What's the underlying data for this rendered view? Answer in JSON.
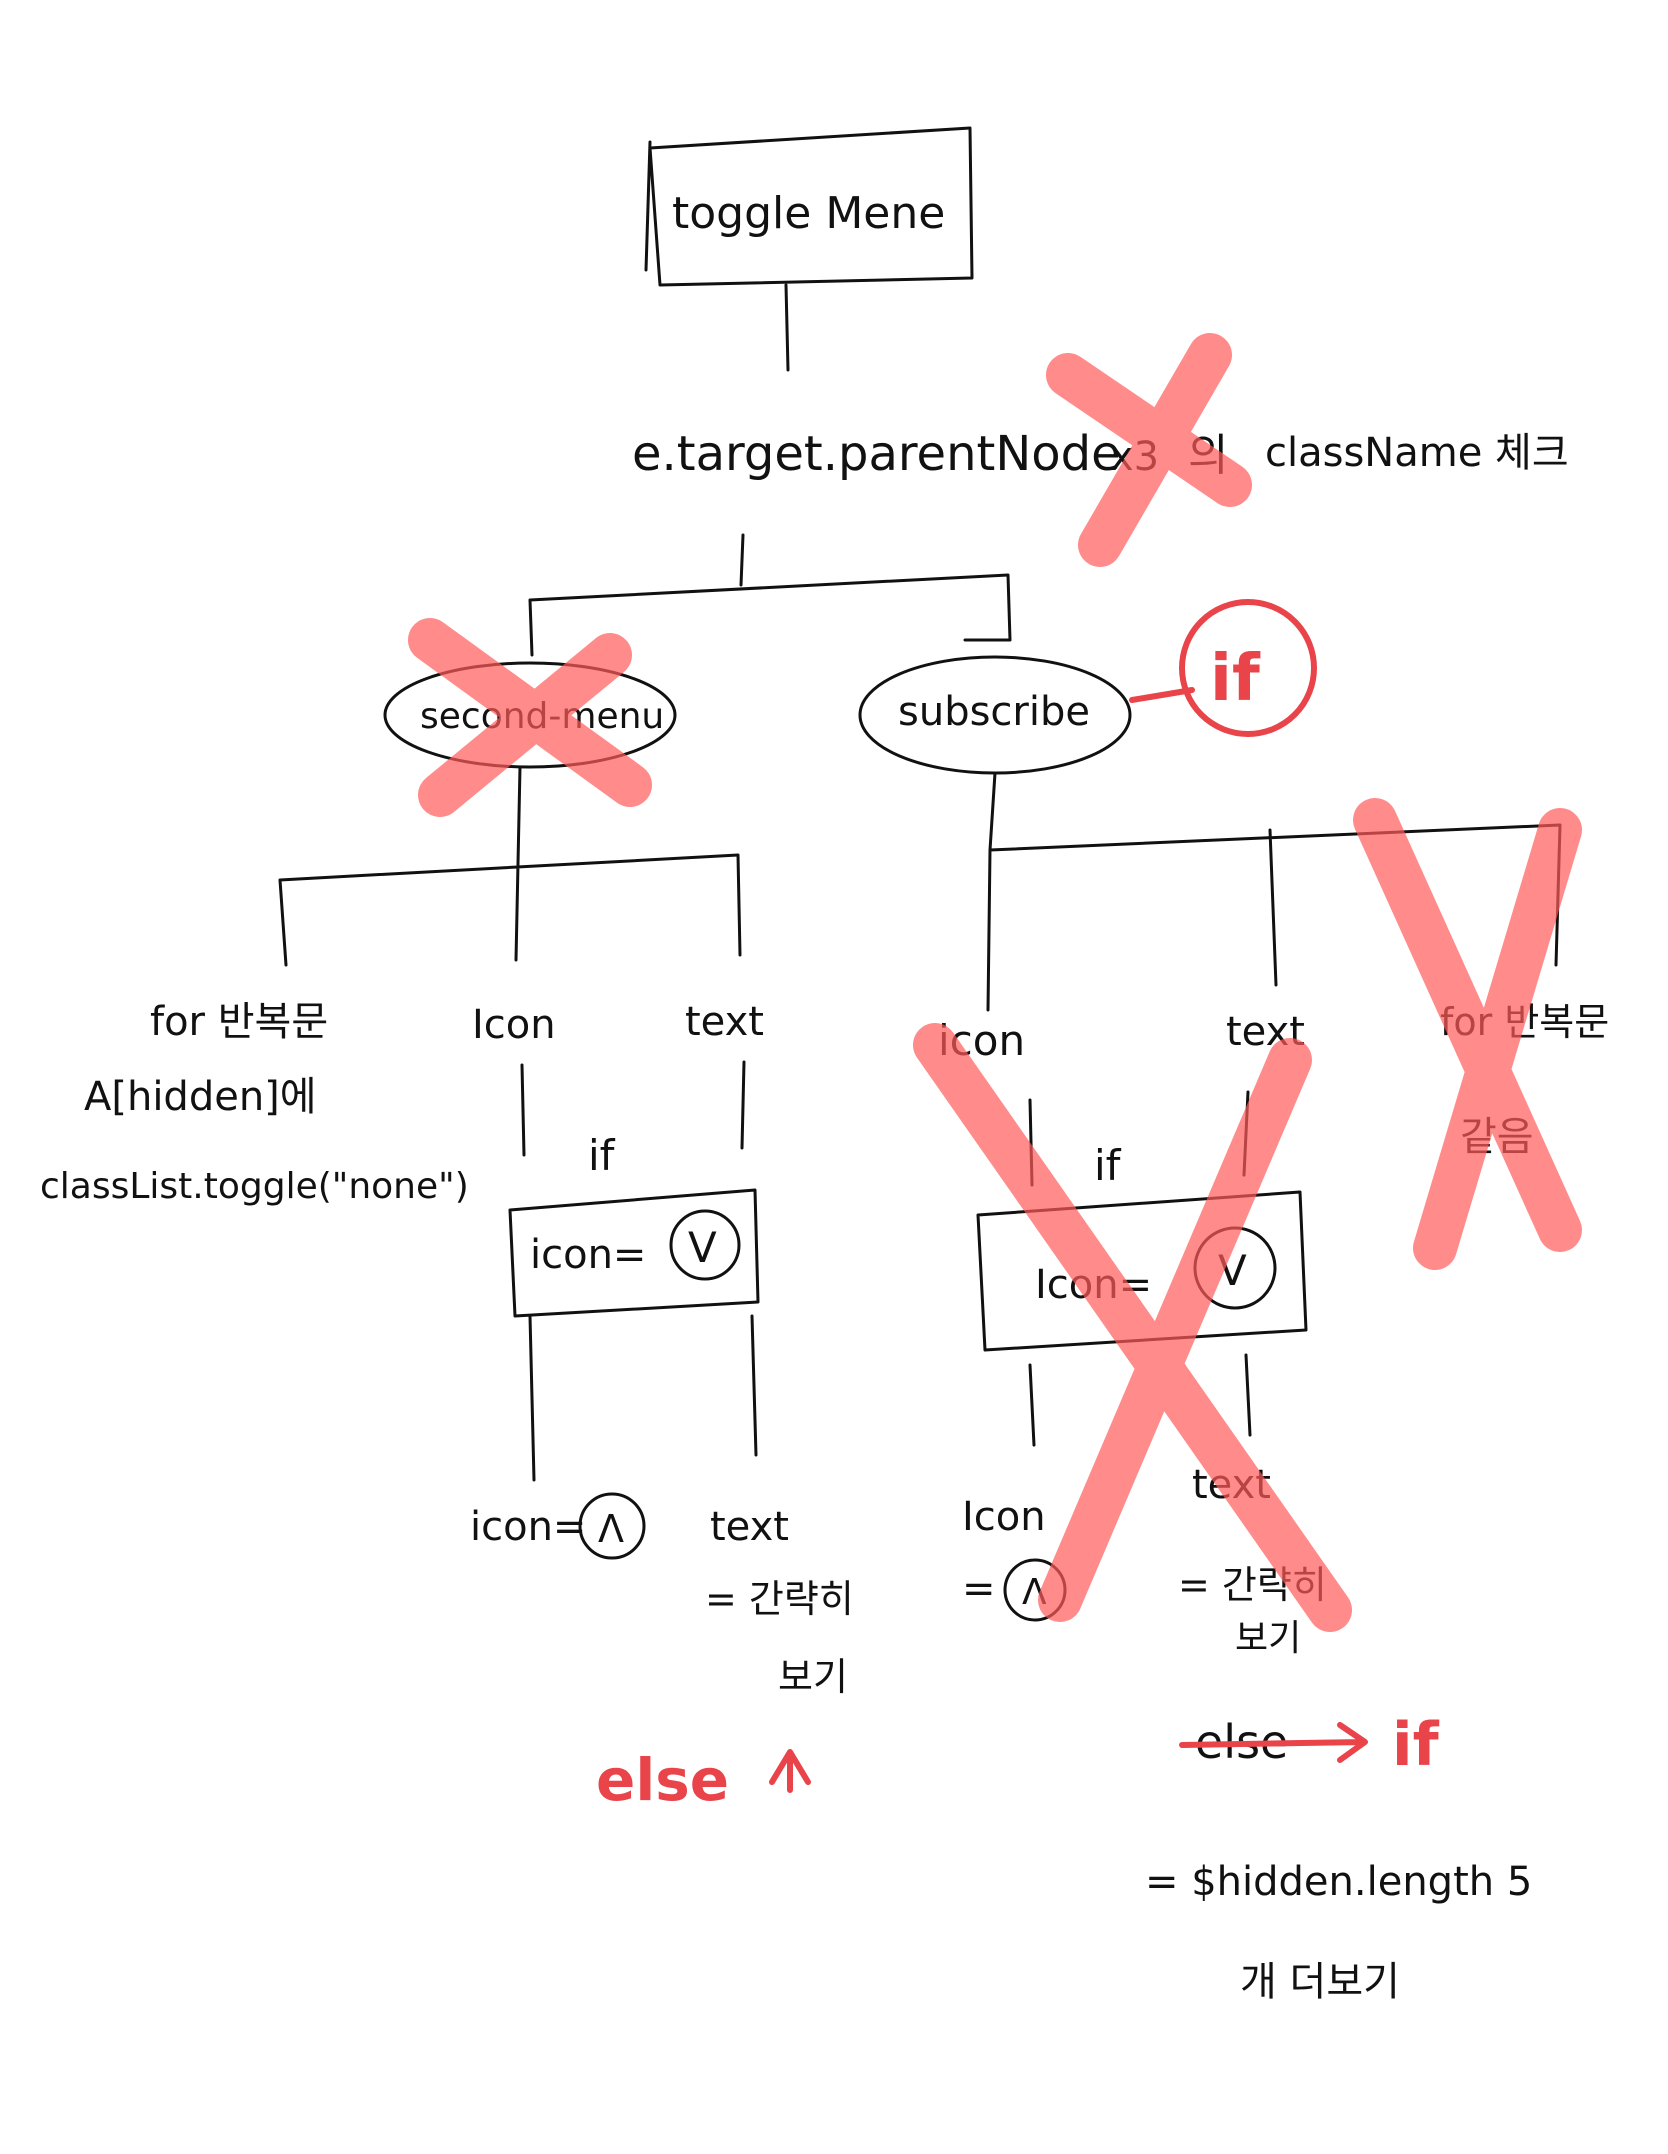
{
  "root": {
    "label": "toggle Mene"
  },
  "check": {
    "text_a": "e.target.parentNode",
    "text_b": "x3",
    "text_c": "의",
    "text_d": "className 체크"
  },
  "branches": {
    "left": "second-menu",
    "right": "subscribe",
    "if_badge": "if"
  },
  "left_children": {
    "for_line1": "for 반복문",
    "for_line2": "A[hidden]에",
    "for_line3": "classList.toggle(\"none\")",
    "icon": "Icon",
    "text": "text",
    "if_label": "if",
    "condition": "icon=",
    "condition_symbol": "V",
    "result_icon": "icon=",
    "result_icon_symbol": "Λ",
    "result_text_1": "text",
    "result_text_2": "= 간략히",
    "result_text_3": "보기",
    "else_label": "else"
  },
  "right_children": {
    "icon": "icon",
    "text": "text",
    "for_line1": "for 반복문",
    "for_line2": "같음",
    "if_label": "if",
    "condition": "Icon=",
    "condition_symbol": "V",
    "result_icon_1": "Icon",
    "result_icon_2": "=",
    "result_icon_symbol": "Λ",
    "result_text_1": "text",
    "result_text_2": "= 간략히",
    "result_text_3": "보기",
    "else_label": "else",
    "if_label_red": "if",
    "more_1": "= $hidden.length 5",
    "more_2": "개 더보기"
  },
  "colors": {
    "ink": "#111111",
    "marker": "#ff5a5a",
    "pen_red": "#e8444a"
  }
}
